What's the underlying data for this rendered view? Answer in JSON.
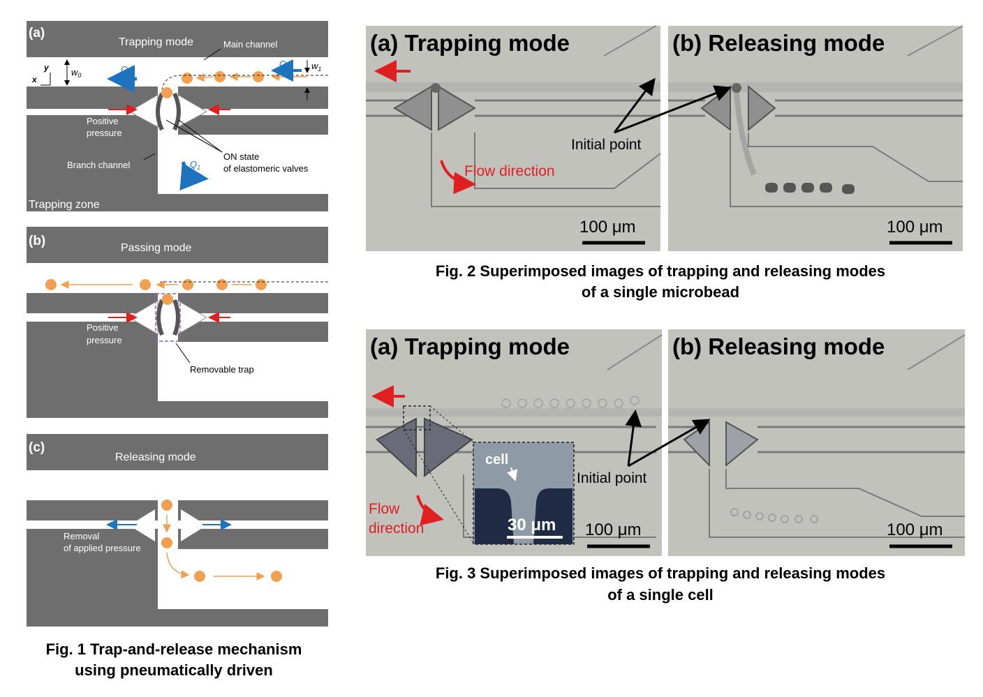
{
  "fig1": {
    "a": {
      "letter": "(a)",
      "mode": "Trapping mode",
      "main_channel": "Main channel",
      "q0": "Q",
      "q0_sub": "0",
      "q1": "Q",
      "q1_sub": "1",
      "q2": "Q",
      "q2_sub": "2",
      "w0": "w",
      "w0_sub": "0",
      "w1": "w",
      "w1_sub": "1",
      "axis_x": "x",
      "axis_y": "y",
      "positive_pressure_1": "Positive",
      "positive_pressure_2": "pressure",
      "branch_channel": "Branch channel",
      "on_state_1": "ON state",
      "on_state_2": "of elastomeric valves",
      "trapping_zone": "Trapping zone"
    },
    "b": {
      "letter": "(b)",
      "mode": "Passing mode",
      "positive_pressure_1": "Positive",
      "positive_pressure_2": "pressure",
      "removable_trap": "Removable trap"
    },
    "c": {
      "letter": "(c)",
      "mode": "Releasing mode",
      "removal_1": "Removal",
      "removal_2": "of applied pressure"
    },
    "caption_1": "Fig. 1 Trap-and-release mechanism",
    "caption_2": "using pneumatically driven"
  },
  "fig2": {
    "a_title": "(a)  Trapping mode",
    "b_title": "(b)  Releasing mode",
    "initial_point": "Initial point",
    "flow_direction": "Flow direction",
    "scale_a": "100 μm",
    "scale_b": "100 μm",
    "caption_1": "Fig. 2 Superimposed images of trapping and releasing modes",
    "caption_2": "of a single microbead"
  },
  "fig3": {
    "a_title": "(a)  Trapping mode",
    "b_title": "(b)  Releasing mode",
    "initial_point": "Initial point",
    "flow_1": "Flow",
    "flow_2": "direction",
    "cell": "cell",
    "scale_inset": "30 μm",
    "scale_a": "100 μm",
    "scale_b": "100 μm",
    "caption_1": "Fig. 3 Superimposed images of trapping and releasing modes",
    "caption_2": "of a single cell"
  },
  "colors": {
    "channel_gray": "#6e6e6e",
    "bead_orange": "#f0a050",
    "arrow_blue": "#1e73be",
    "arrow_red": "#e02020",
    "micro_bg": "#c2c2bd"
  }
}
